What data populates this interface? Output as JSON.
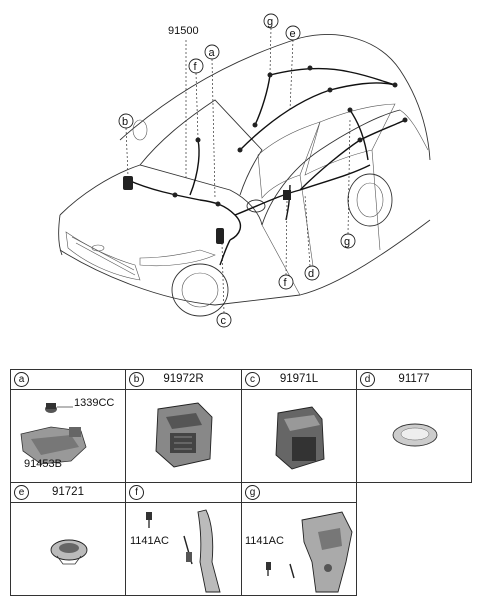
{
  "diagram": {
    "main_part_number": "91500",
    "callouts": [
      "a",
      "b",
      "c",
      "d",
      "e",
      "f",
      "f",
      "g",
      "g"
    ]
  },
  "parts_table": {
    "cells": [
      {
        "letter": "a",
        "part_number": "",
        "callouts": [
          "1339CC",
          "91453B"
        ]
      },
      {
        "letter": "b",
        "part_number": "91972R",
        "callouts": []
      },
      {
        "letter": "c",
        "part_number": "91971L",
        "callouts": []
      },
      {
        "letter": "d",
        "part_number": "91177",
        "callouts": []
      },
      {
        "letter": "e",
        "part_number": "91721",
        "callouts": []
      },
      {
        "letter": "f",
        "part_number": "",
        "callouts": [
          "1141AC"
        ]
      },
      {
        "letter": "g",
        "part_number": "",
        "callouts": [
          "1141AC"
        ]
      }
    ]
  }
}
